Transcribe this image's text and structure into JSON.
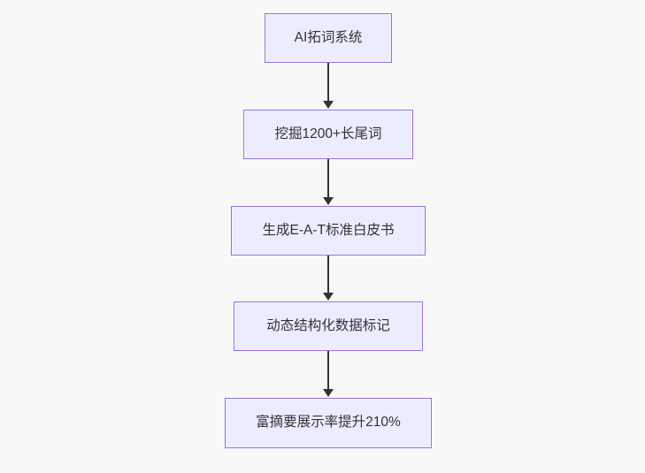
{
  "diagram": {
    "type": "flowchart",
    "direction": "top-down",
    "colors": {
      "background": "#f8f8f8",
      "node_fill": "#ececff",
      "node_border": "#9370db",
      "arrow": "#333333",
      "text": "#333333"
    },
    "nodes": [
      {
        "id": "node-1",
        "label": "AI拓词系统"
      },
      {
        "id": "node-2",
        "label": "挖掘1200+长尾词"
      },
      {
        "id": "node-3",
        "label": "生成E-A-T标准白皮书"
      },
      {
        "id": "node-4",
        "label": "动态结构化数据标记"
      },
      {
        "id": "node-5",
        "label": "富摘要展示率提升210%"
      }
    ],
    "edges": [
      {
        "from": "node-1",
        "to": "node-2"
      },
      {
        "from": "node-2",
        "to": "node-3"
      },
      {
        "from": "node-3",
        "to": "node-4"
      },
      {
        "from": "node-4",
        "to": "node-5"
      }
    ]
  }
}
